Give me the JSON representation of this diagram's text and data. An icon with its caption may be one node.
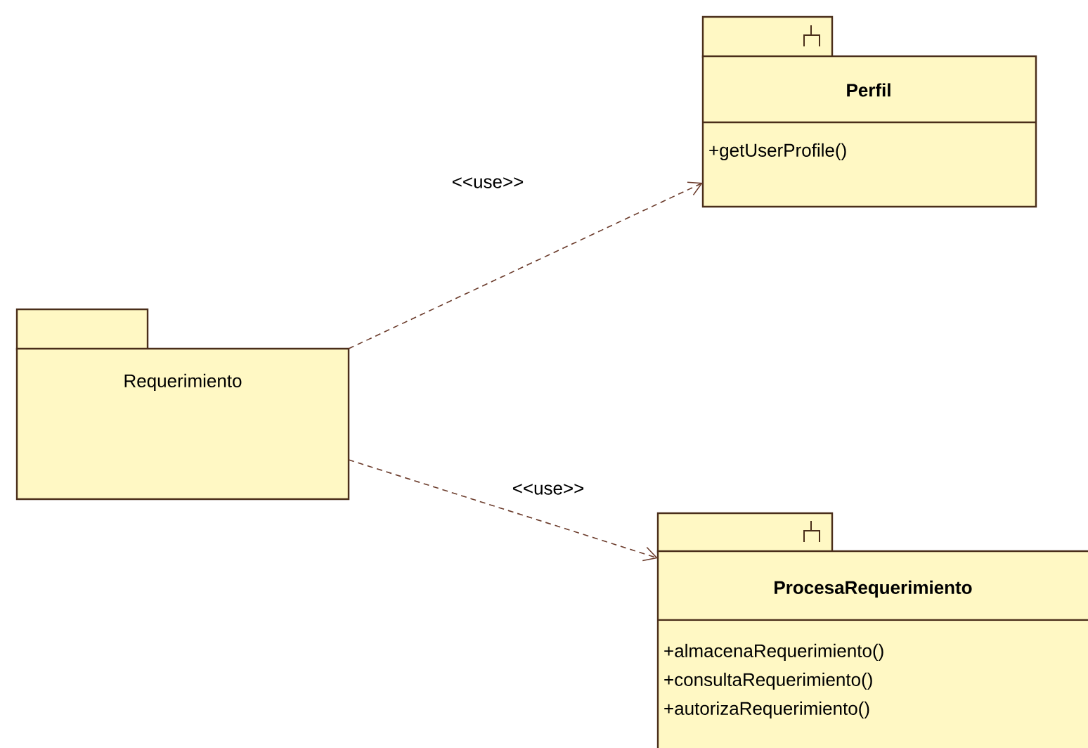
{
  "diagram": {
    "nodes": [
      {
        "text": [
          "Requerimiento"
        ]
      },
      {
        "text": [
          "Perfil",
          "+getUserProfile()"
        ]
      },
      {
        "text": [
          "ProcesaRequerimiento",
          "+almacenaRequerimiento()",
          "+consultaRequerimiento()",
          "+autorizaRequerimiento()"
        ]
      }
    ],
    "edges": [
      {
        "from": 0,
        "to": 1,
        "arrow": "to",
        "style": "dashed",
        "label": "<<use>>"
      },
      {
        "from": 0,
        "to": 2,
        "arrow": "to",
        "style": "dashed",
        "label": "<<use>>"
      }
    ]
  }
}
